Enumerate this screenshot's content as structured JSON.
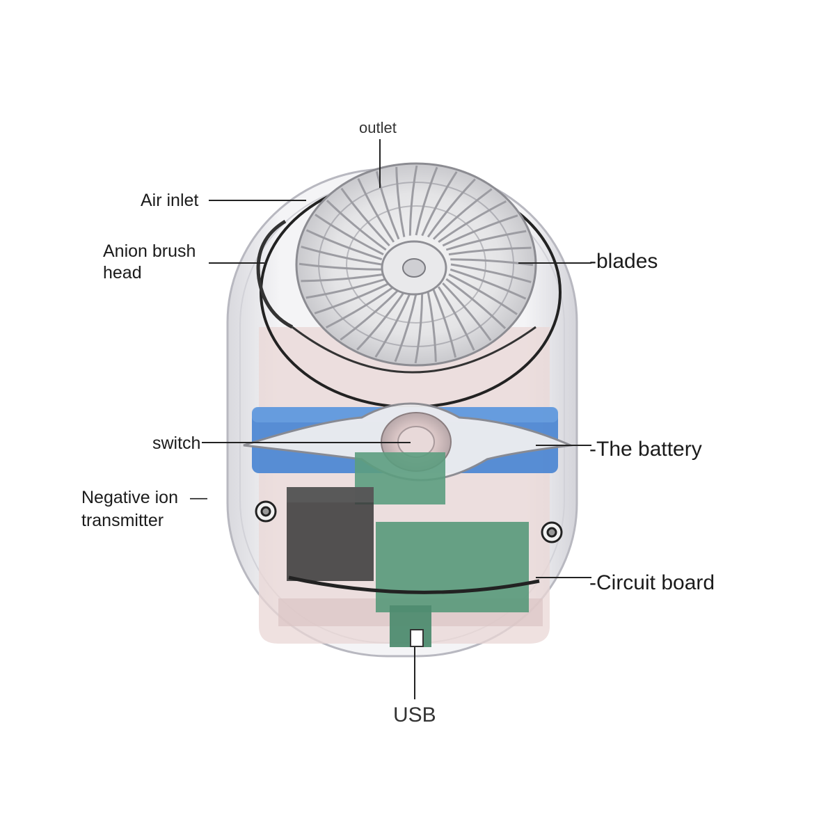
{
  "labels": {
    "outlet": "outlet",
    "air_inlet": "Air inlet",
    "anion_brush_head": [
      "Anion brush",
      "head"
    ],
    "blades": "-blades",
    "switch": "switch",
    "battery": "-The battery",
    "negative_ion_transmitter": [
      "Negative ion",
      "transmitter"
    ],
    "negative_ion_dash": "—",
    "circuit_board": "-Circuit board",
    "usb": "USB"
  },
  "colors": {
    "background": "#ffffff",
    "shell": "#e9e9ec",
    "shell_edge": "#bdbdc4",
    "interior_pink": "#e6d2d2",
    "battery_blue": "#3f7fcf",
    "circuit_green": "#5a9a7c",
    "dark_module": "#3a3a3a",
    "leader_line": "#222222"
  }
}
